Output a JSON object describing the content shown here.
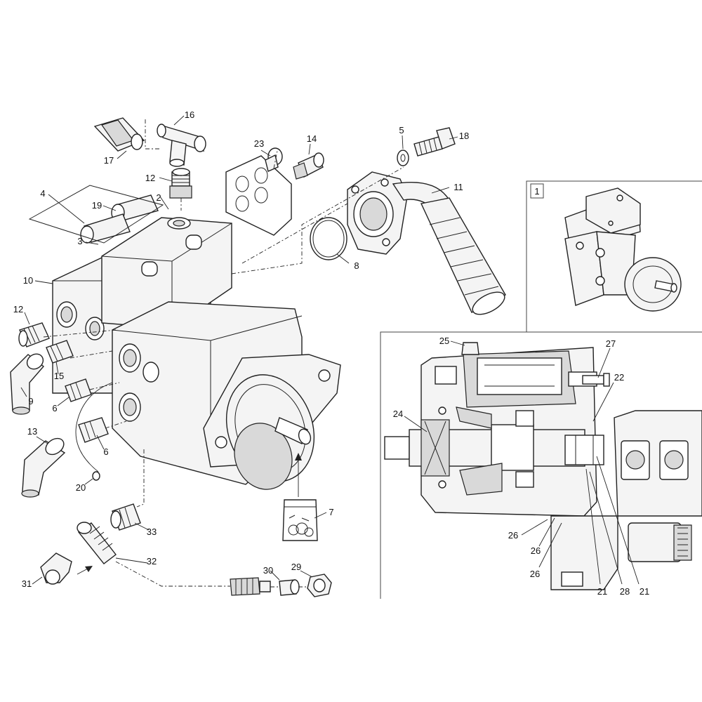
{
  "callouts": {
    "c1": "1",
    "c2": "2",
    "c3": "3",
    "c4": "4",
    "c5": "5",
    "c6a": "6",
    "c6b": "6",
    "c7": "7",
    "c8": "8",
    "c9": "9",
    "c10": "10",
    "c11": "11",
    "c12a": "12",
    "c12b": "12",
    "c13": "13",
    "c14": "14",
    "c15": "15",
    "c16": "16",
    "c17": "17",
    "c18": "18",
    "c19": "19",
    "c20": "20",
    "c21a": "21",
    "c21b": "21",
    "c22": "22",
    "c23": "23",
    "c24": "24",
    "c25": "25",
    "c26a": "26",
    "c26b": "26",
    "c26c": "26",
    "c27": "27",
    "c28": "28",
    "c29": "29",
    "c30": "30",
    "c31": "31",
    "c32": "32",
    "c33": "33"
  }
}
